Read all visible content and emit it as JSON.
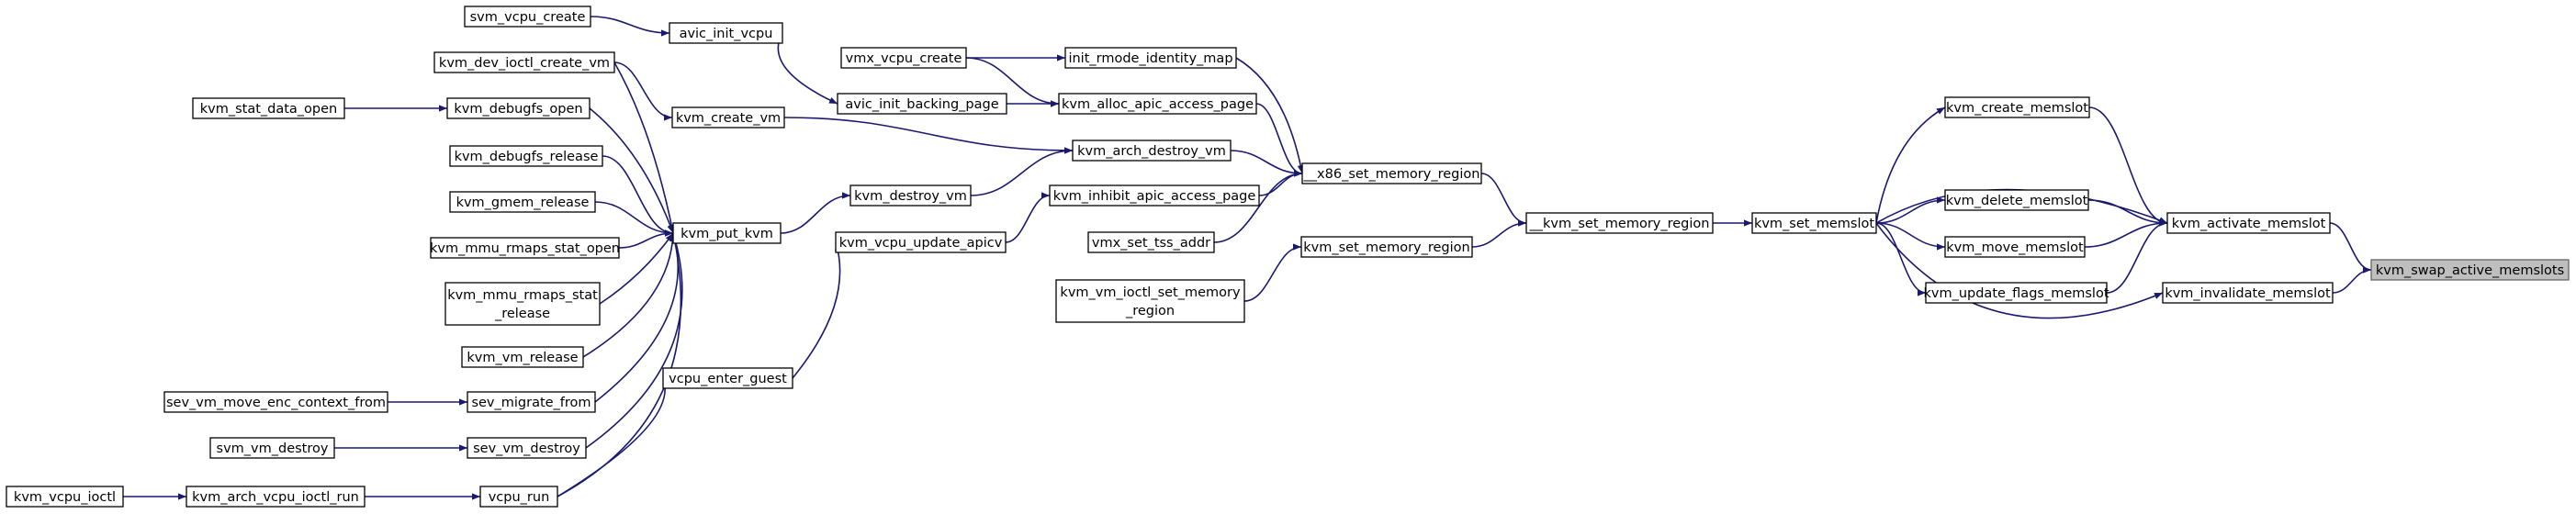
{
  "nodes": [
    {
      "id": "svm_vcpu_create",
      "label": "svm_vcpu_create"
    },
    {
      "id": "avic_init_vcpu",
      "label": "avic_init_vcpu"
    },
    {
      "id": "kvm_dev_ioctl_create_vm",
      "label": "kvm_dev_ioctl_create_vm"
    },
    {
      "id": "kvm_stat_data_open",
      "label": "kvm_stat_data_open"
    },
    {
      "id": "kvm_debugfs_open",
      "label": "kvm_debugfs_open"
    },
    {
      "id": "kvm_debugfs_release",
      "label": "kvm_debugfs_release"
    },
    {
      "id": "kvm_gmem_release",
      "label": "kvm_gmem_release"
    },
    {
      "id": "kvm_mmu_rmaps_stat_open",
      "label": "kvm_mmu_rmaps_stat_open"
    },
    {
      "id": "kvm_mmu_rmaps_stat_release",
      "label": "kvm_mmu_rmaps_stat",
      "label2": "_release"
    },
    {
      "id": "kvm_vm_release",
      "label": "kvm_vm_release"
    },
    {
      "id": "sev_vm_move_enc_context_from",
      "label": "sev_vm_move_enc_context_from"
    },
    {
      "id": "sev_migrate_from",
      "label": "sev_migrate_from"
    },
    {
      "id": "svm_vm_destroy",
      "label": "svm_vm_destroy"
    },
    {
      "id": "sev_vm_destroy",
      "label": "sev_vm_destroy"
    },
    {
      "id": "kvm_vcpu_ioctl",
      "label": "kvm_vcpu_ioctl"
    },
    {
      "id": "kvm_arch_vcpu_ioctl_run",
      "label": "kvm_arch_vcpu_ioctl_run"
    },
    {
      "id": "vcpu_run",
      "label": "vcpu_run"
    },
    {
      "id": "kvm_put_kvm",
      "label": "kvm_put_kvm"
    },
    {
      "id": "kvm_create_vm",
      "label": "kvm_create_vm"
    },
    {
      "id": "vcpu_enter_guest",
      "label": "vcpu_enter_guest"
    },
    {
      "id": "vmx_vcpu_create",
      "label": "vmx_vcpu_create"
    },
    {
      "id": "avic_init_backing_page",
      "label": "avic_init_backing_page"
    },
    {
      "id": "kvm_destroy_vm",
      "label": "kvm_destroy_vm"
    },
    {
      "id": "kvm_vcpu_update_apicv",
      "label": "kvm_vcpu_update_apicv"
    },
    {
      "id": "kvm_vm_ioctl_set_memory_region",
      "label": "kvm_vm_ioctl_set_memory",
      "label2": "_region"
    },
    {
      "id": "init_rmode_identity_map",
      "label": "init_rmode_identity_map"
    },
    {
      "id": "kvm_alloc_apic_access_page",
      "label": "kvm_alloc_apic_access_page"
    },
    {
      "id": "kvm_arch_destroy_vm",
      "label": "kvm_arch_destroy_vm"
    },
    {
      "id": "kvm_inhibit_apic_access_page",
      "label": "kvm_inhibit_apic_access_page"
    },
    {
      "id": "vmx_set_tss_addr",
      "label": "vmx_set_tss_addr"
    },
    {
      "id": "kvm_set_memory_region",
      "label": "kvm_set_memory_region"
    },
    {
      "id": "x86_set_memory_region",
      "label": "__x86_set_memory_region"
    },
    {
      "id": "kvm_set_memory_region2",
      "label": "__kvm_set_memory_region"
    },
    {
      "id": "kvm_set_memslot",
      "label": "kvm_set_memslot"
    },
    {
      "id": "kvm_create_memslot",
      "label": "kvm_create_memslot"
    },
    {
      "id": "kvm_delete_memslot",
      "label": "kvm_delete_memslot"
    },
    {
      "id": "kvm_move_memslot",
      "label": "kvm_move_memslot"
    },
    {
      "id": "kvm_update_flags_memslot",
      "label": "kvm_update_flags_memslot"
    },
    {
      "id": "kvm_invalidate_memslot",
      "label": "kvm_invalidate_memslot"
    },
    {
      "id": "kvm_activate_memslot",
      "label": "kvm_activate_memslot"
    },
    {
      "id": "kvm_swap_active_memslots",
      "label": "kvm_swap_active_memslots"
    }
  ],
  "edges": [
    [
      "svm_vcpu_create",
      "avic_init_vcpu"
    ],
    [
      "kvm_stat_data_open",
      "kvm_debugfs_open"
    ],
    [
      "kvm_dev_ioctl_create_vm",
      "kvm_create_vm"
    ],
    [
      "kvm_dev_ioctl_create_vm",
      "kvm_put_kvm"
    ],
    [
      "kvm_debugfs_open",
      "kvm_put_kvm"
    ],
    [
      "kvm_debugfs_release",
      "kvm_put_kvm"
    ],
    [
      "kvm_gmem_release",
      "kvm_put_kvm"
    ],
    [
      "kvm_mmu_rmaps_stat_open",
      "kvm_put_kvm"
    ],
    [
      "kvm_mmu_rmaps_stat_release",
      "kvm_put_kvm"
    ],
    [
      "kvm_vm_release",
      "kvm_put_kvm"
    ],
    [
      "sev_migrate_from",
      "kvm_put_kvm"
    ],
    [
      "sev_vm_destroy",
      "kvm_put_kvm"
    ],
    [
      "vcpu_run",
      "kvm_put_kvm"
    ],
    [
      "sev_vm_move_enc_context_from",
      "sev_migrate_from"
    ],
    [
      "svm_vm_destroy",
      "sev_vm_destroy"
    ],
    [
      "kvm_vcpu_ioctl",
      "kvm_arch_vcpu_ioctl_run"
    ],
    [
      "kvm_arch_vcpu_ioctl_run",
      "vcpu_run"
    ],
    [
      "vcpu_run",
      "vcpu_enter_guest"
    ],
    [
      "avic_init_vcpu",
      "avic_init_backing_page"
    ],
    [
      "kvm_put_kvm",
      "kvm_destroy_vm"
    ],
    [
      "vcpu_enter_guest",
      "kvm_vcpu_update_apicv"
    ],
    [
      "vmx_vcpu_create",
      "init_rmode_identity_map"
    ],
    [
      "vmx_vcpu_create",
      "kvm_alloc_apic_access_page"
    ],
    [
      "avic_init_backing_page",
      "kvm_alloc_apic_access_page"
    ],
    [
      "kvm_create_vm",
      "kvm_arch_destroy_vm"
    ],
    [
      "kvm_destroy_vm",
      "kvm_arch_destroy_vm"
    ],
    [
      "kvm_vcpu_update_apicv",
      "kvm_inhibit_apic_access_page"
    ],
    [
      "init_rmode_identity_map",
      "x86_set_memory_region"
    ],
    [
      "kvm_alloc_apic_access_page",
      "x86_set_memory_region"
    ],
    [
      "kvm_arch_destroy_vm",
      "x86_set_memory_region"
    ],
    [
      "kvm_inhibit_apic_access_page",
      "x86_set_memory_region"
    ],
    [
      "vmx_set_tss_addr",
      "x86_set_memory_region"
    ],
    [
      "kvm_vm_ioctl_set_memory_region",
      "kvm_set_memory_region"
    ],
    [
      "x86_set_memory_region",
      "kvm_set_memory_region2"
    ],
    [
      "kvm_set_memory_region",
      "kvm_set_memory_region2"
    ],
    [
      "kvm_set_memory_region2",
      "kvm_set_memslot"
    ],
    [
      "kvm_set_memslot",
      "kvm_create_memslot"
    ],
    [
      "kvm_set_memslot",
      "kvm_activate_memslot"
    ],
    [
      "kvm_set_memslot",
      "kvm_delete_memslot"
    ],
    [
      "kvm_set_memslot",
      "kvm_move_memslot"
    ],
    [
      "kvm_set_memslot",
      "kvm_update_flags_memslot"
    ],
    [
      "kvm_set_memslot",
      "kvm_invalidate_memslot"
    ],
    [
      "kvm_create_memslot",
      "kvm_activate_memslot"
    ],
    [
      "kvm_delete_memslot",
      "kvm_activate_memslot"
    ],
    [
      "kvm_move_memslot",
      "kvm_activate_memslot"
    ],
    [
      "kvm_update_flags_memslot",
      "kvm_activate_memslot"
    ],
    [
      "kvm_activate_memslot",
      "kvm_swap_active_memslots"
    ],
    [
      "kvm_invalidate_memslot",
      "kvm_swap_active_memslots"
    ]
  ],
  "highlight": "kvm_swap_active_memslots",
  "colors": {
    "edge": "#191970",
    "node_border": "#000000",
    "highlight_fill": "#bfbfbf"
  }
}
